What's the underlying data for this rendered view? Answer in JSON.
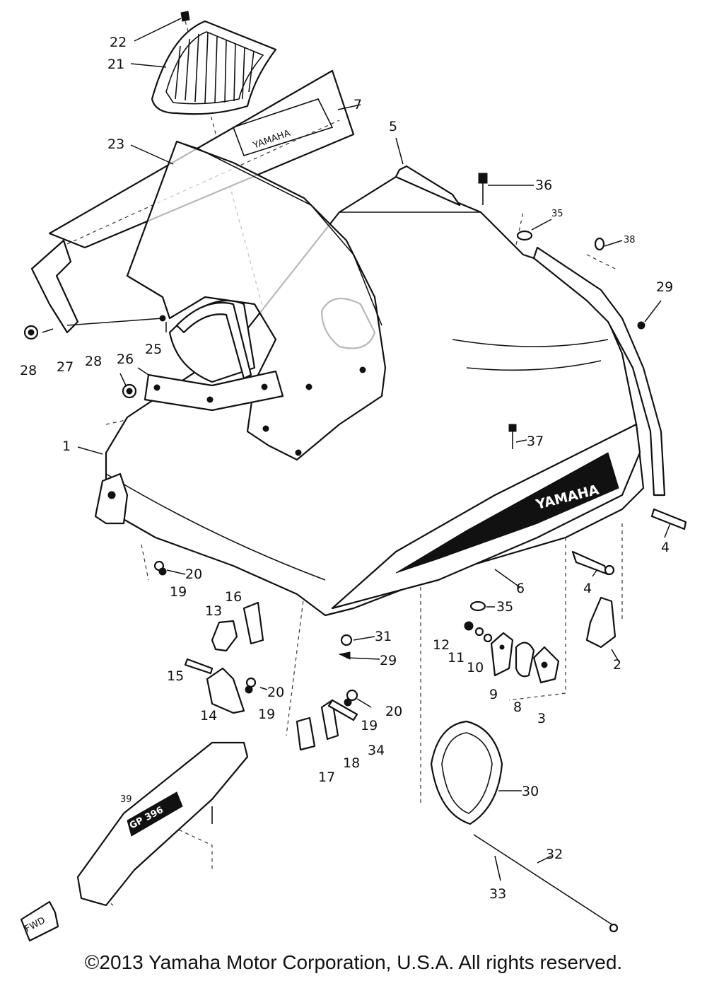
{
  "diagram": {
    "brand_decal_text": "YAMAHA",
    "screen_decal_text": "YAMAHA",
    "model_plate_text": "GP 396",
    "forward_arrow_text": "FWD",
    "callouts": [
      "1",
      "2",
      "3",
      "4",
      "4",
      "5",
      "6",
      "7",
      "8",
      "9",
      "10",
      "11",
      "12",
      "13",
      "14",
      "15",
      "16",
      "17",
      "18",
      "19",
      "19",
      "19",
      "20",
      "20",
      "20",
      "21",
      "22",
      "23",
      "25",
      "26",
      "27",
      "28",
      "28",
      "29",
      "29",
      "30",
      "31",
      "32",
      "33",
      "34",
      "35",
      "35",
      "36",
      "37",
      "38",
      "39"
    ]
  },
  "footer": {
    "copyright": "©2013 Yamaha Motor Corporation, U.S.A. All rights reserved."
  }
}
